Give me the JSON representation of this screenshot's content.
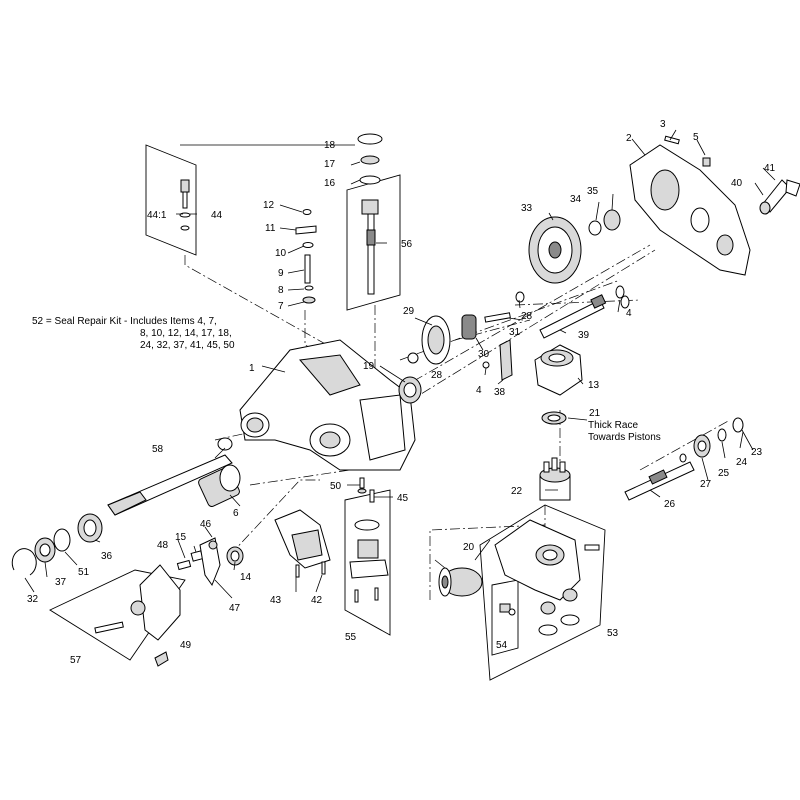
{
  "notes": {
    "seal_kit": [
      "52 = Seal Repair Kit - Includes Items 4, 7,",
      "8, 10, 12, 14, 17, 18,",
      "24, 32, 37, 41, 45, 50"
    ],
    "thick_race": [
      "Thick Race",
      "Towards Pistons"
    ]
  },
  "callouts": [
    {
      "id": "c1",
      "text": "1"
    },
    {
      "id": "c2",
      "text": "2"
    },
    {
      "id": "c3",
      "text": "3"
    },
    {
      "id": "c4a",
      "text": "4"
    },
    {
      "id": "c4b",
      "text": "4"
    },
    {
      "id": "c5",
      "text": "5"
    },
    {
      "id": "c6",
      "text": "6"
    },
    {
      "id": "c7",
      "text": "7"
    },
    {
      "id": "c8",
      "text": "8"
    },
    {
      "id": "c9",
      "text": "9"
    },
    {
      "id": "c10",
      "text": "10"
    },
    {
      "id": "c11",
      "text": "11"
    },
    {
      "id": "c12",
      "text": "12"
    },
    {
      "id": "c13",
      "text": "13"
    },
    {
      "id": "c14",
      "text": "14"
    },
    {
      "id": "c15",
      "text": "15"
    },
    {
      "id": "c16",
      "text": "16"
    },
    {
      "id": "c17",
      "text": "17"
    },
    {
      "id": "c18",
      "text": "18"
    },
    {
      "id": "c19",
      "text": "19"
    },
    {
      "id": "c20",
      "text": "20"
    },
    {
      "id": "c21",
      "text": "21"
    },
    {
      "id": "c22",
      "text": "22"
    },
    {
      "id": "c23",
      "text": "23"
    },
    {
      "id": "c24",
      "text": "24"
    },
    {
      "id": "c25",
      "text": "25"
    },
    {
      "id": "c26",
      "text": "26"
    },
    {
      "id": "c27",
      "text": "27"
    },
    {
      "id": "c28a",
      "text": "28"
    },
    {
      "id": "c28b",
      "text": "28"
    },
    {
      "id": "c29",
      "text": "29"
    },
    {
      "id": "c30",
      "text": "30"
    },
    {
      "id": "c31",
      "text": "31"
    },
    {
      "id": "c32",
      "text": "32"
    },
    {
      "id": "c33",
      "text": "33"
    },
    {
      "id": "c34",
      "text": "34"
    },
    {
      "id": "c35",
      "text": "35"
    },
    {
      "id": "c36",
      "text": "36"
    },
    {
      "id": "c37",
      "text": "37"
    },
    {
      "id": "c38",
      "text": "38"
    },
    {
      "id": "c39",
      "text": "39"
    },
    {
      "id": "c40",
      "text": "40"
    },
    {
      "id": "c41",
      "text": "41"
    },
    {
      "id": "c42",
      "text": "42"
    },
    {
      "id": "c43",
      "text": "43"
    },
    {
      "id": "c44",
      "text": "44"
    },
    {
      "id": "c441",
      "text": "44:1"
    },
    {
      "id": "c45",
      "text": "45"
    },
    {
      "id": "c46",
      "text": "46"
    },
    {
      "id": "c47",
      "text": "47"
    },
    {
      "id": "c48",
      "text": "48"
    },
    {
      "id": "c49",
      "text": "49"
    },
    {
      "id": "c50",
      "text": "50"
    },
    {
      "id": "c51",
      "text": "51"
    },
    {
      "id": "c53",
      "text": "53"
    },
    {
      "id": "c54",
      "text": "54"
    },
    {
      "id": "c55",
      "text": "55"
    },
    {
      "id": "c56",
      "text": "56"
    },
    {
      "id": "c57",
      "text": "57"
    },
    {
      "id": "c58",
      "text": "58"
    }
  ]
}
